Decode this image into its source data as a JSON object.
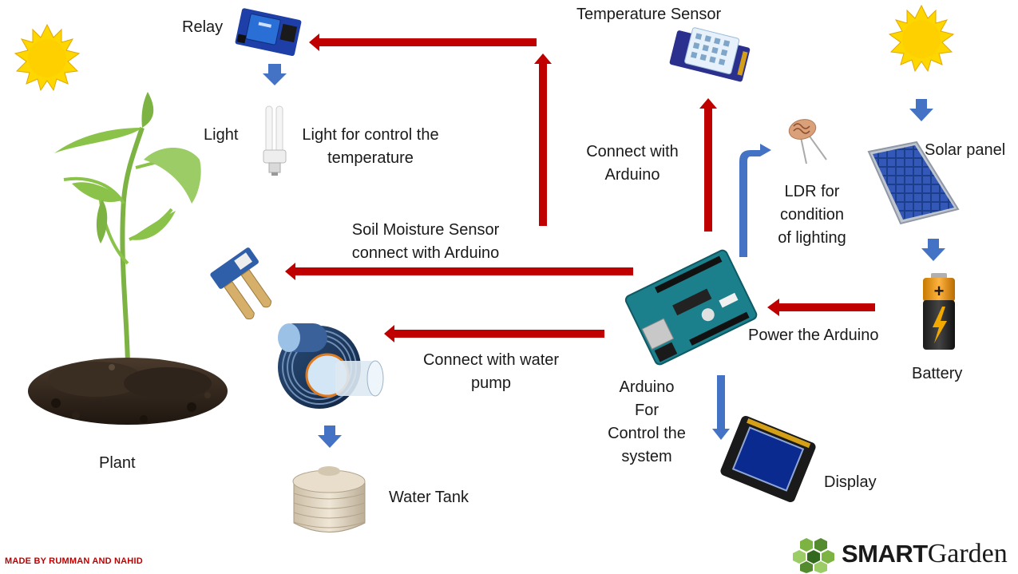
{
  "labels": {
    "relay": "Relay",
    "temperature_sensor": "Temperature Sensor",
    "light": "Light",
    "light_control": "Light for control the\ntemperature",
    "connect_arduino": "Connect with\nArduino",
    "solar_panel": "Solar panel",
    "ldr": "LDR for\ncondition\nof lighting",
    "soil_sensor": "Soil Moisture Sensor\nconnect with Arduino",
    "power_arduino": "Power the Arduino",
    "water_pump": "Connect with water\npump",
    "battery": "Battery",
    "arduino": "Arduino\nFor\nControl the\nsystem",
    "plant": "Plant",
    "water_tank": "Water Tank",
    "display": "Display"
  },
  "footer": {
    "credit": "MADE BY RUMMAN AND  NAHID",
    "brand_smart": "SMART",
    "brand_garden": "Garden"
  },
  "colors": {
    "red_arrow": "#c00000",
    "blue_arrow": "#4472c4",
    "sun": "#ffd700"
  }
}
